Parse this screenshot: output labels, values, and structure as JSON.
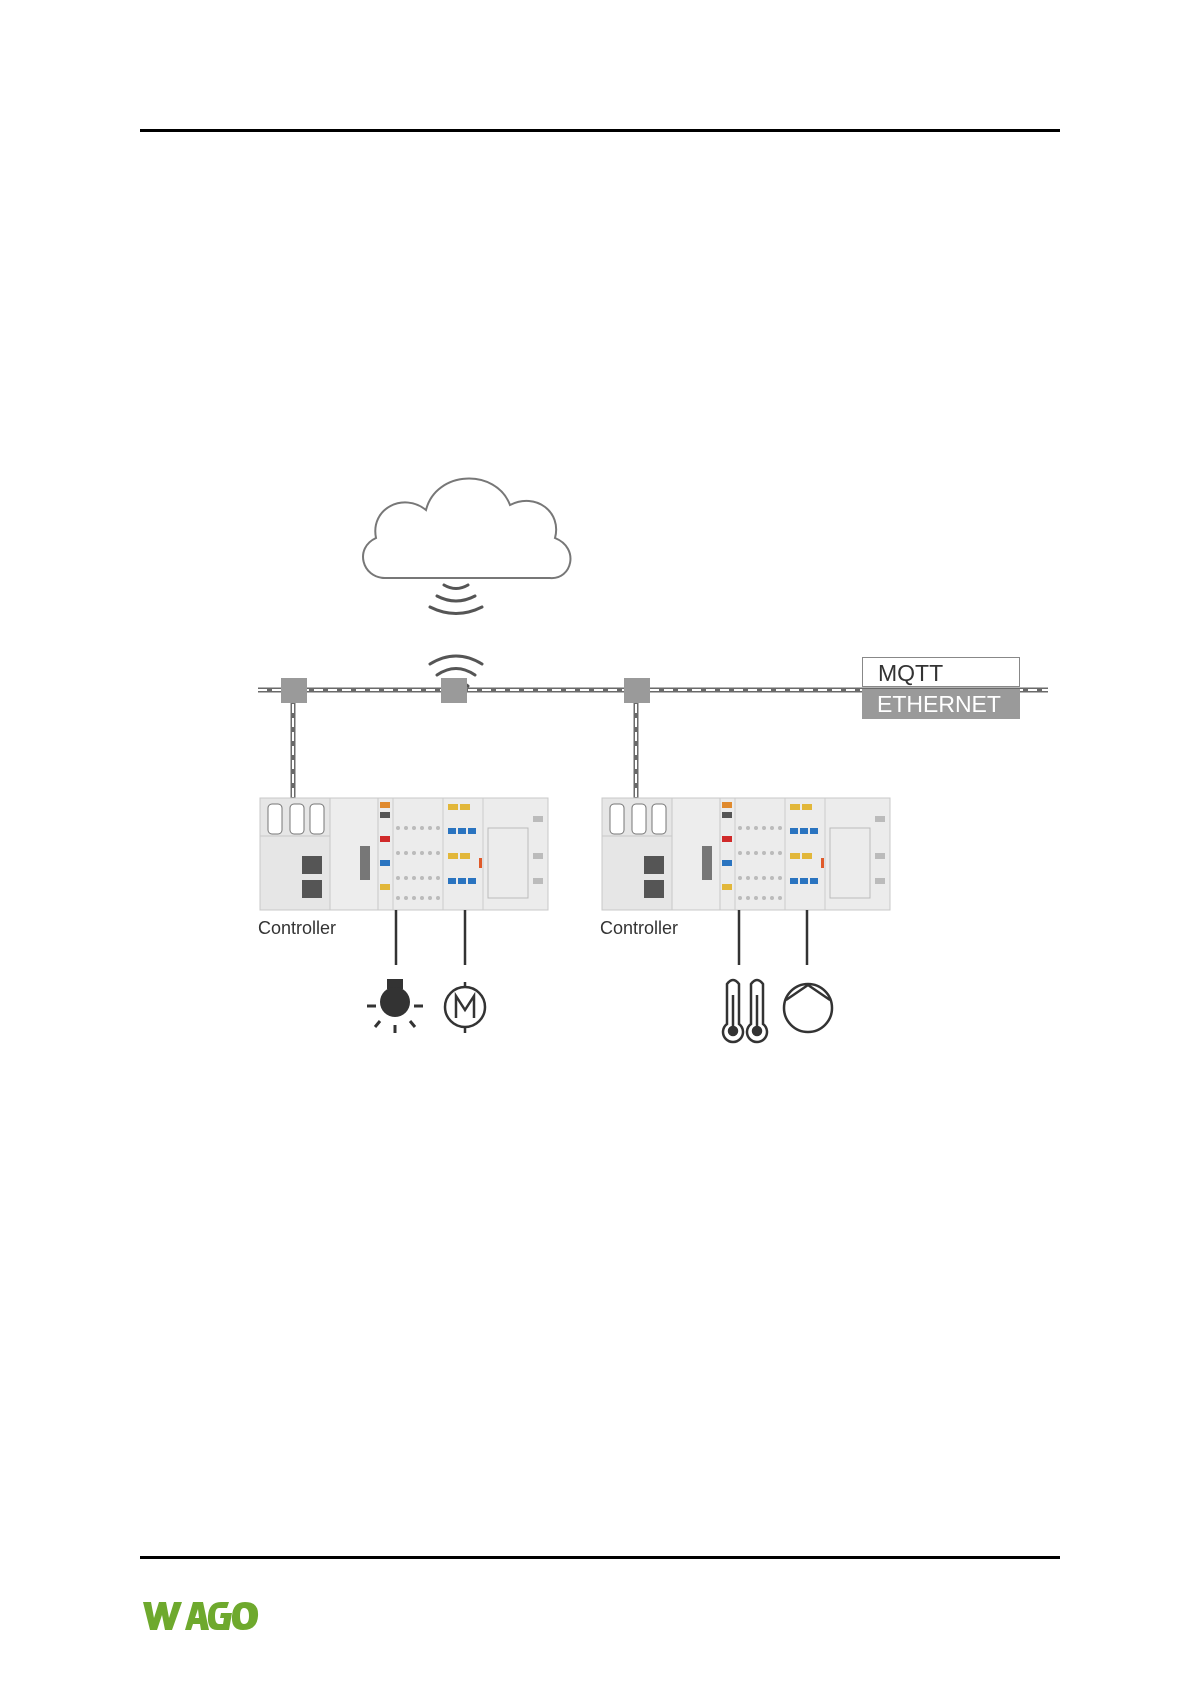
{
  "legend": {
    "mqtt_label": "MQTT",
    "ethernet_label": "ETHERNET"
  },
  "controllers": [
    {
      "label": "Controller",
      "devices": [
        "lamp-icon",
        "motor-icon"
      ]
    },
    {
      "label": "Controller",
      "devices": [
        "thermometer-icon",
        "pump-icon"
      ]
    }
  ],
  "icons": [
    "cloud-icon",
    "wireless-signal-icon",
    "network-switch-icon"
  ],
  "brand": {
    "logo": "WAGO",
    "color": "#6ea92d"
  },
  "colors": {
    "line": "#555555",
    "device_gray": "#e6e6e6",
    "legend_fill": "#9a9a9a"
  }
}
